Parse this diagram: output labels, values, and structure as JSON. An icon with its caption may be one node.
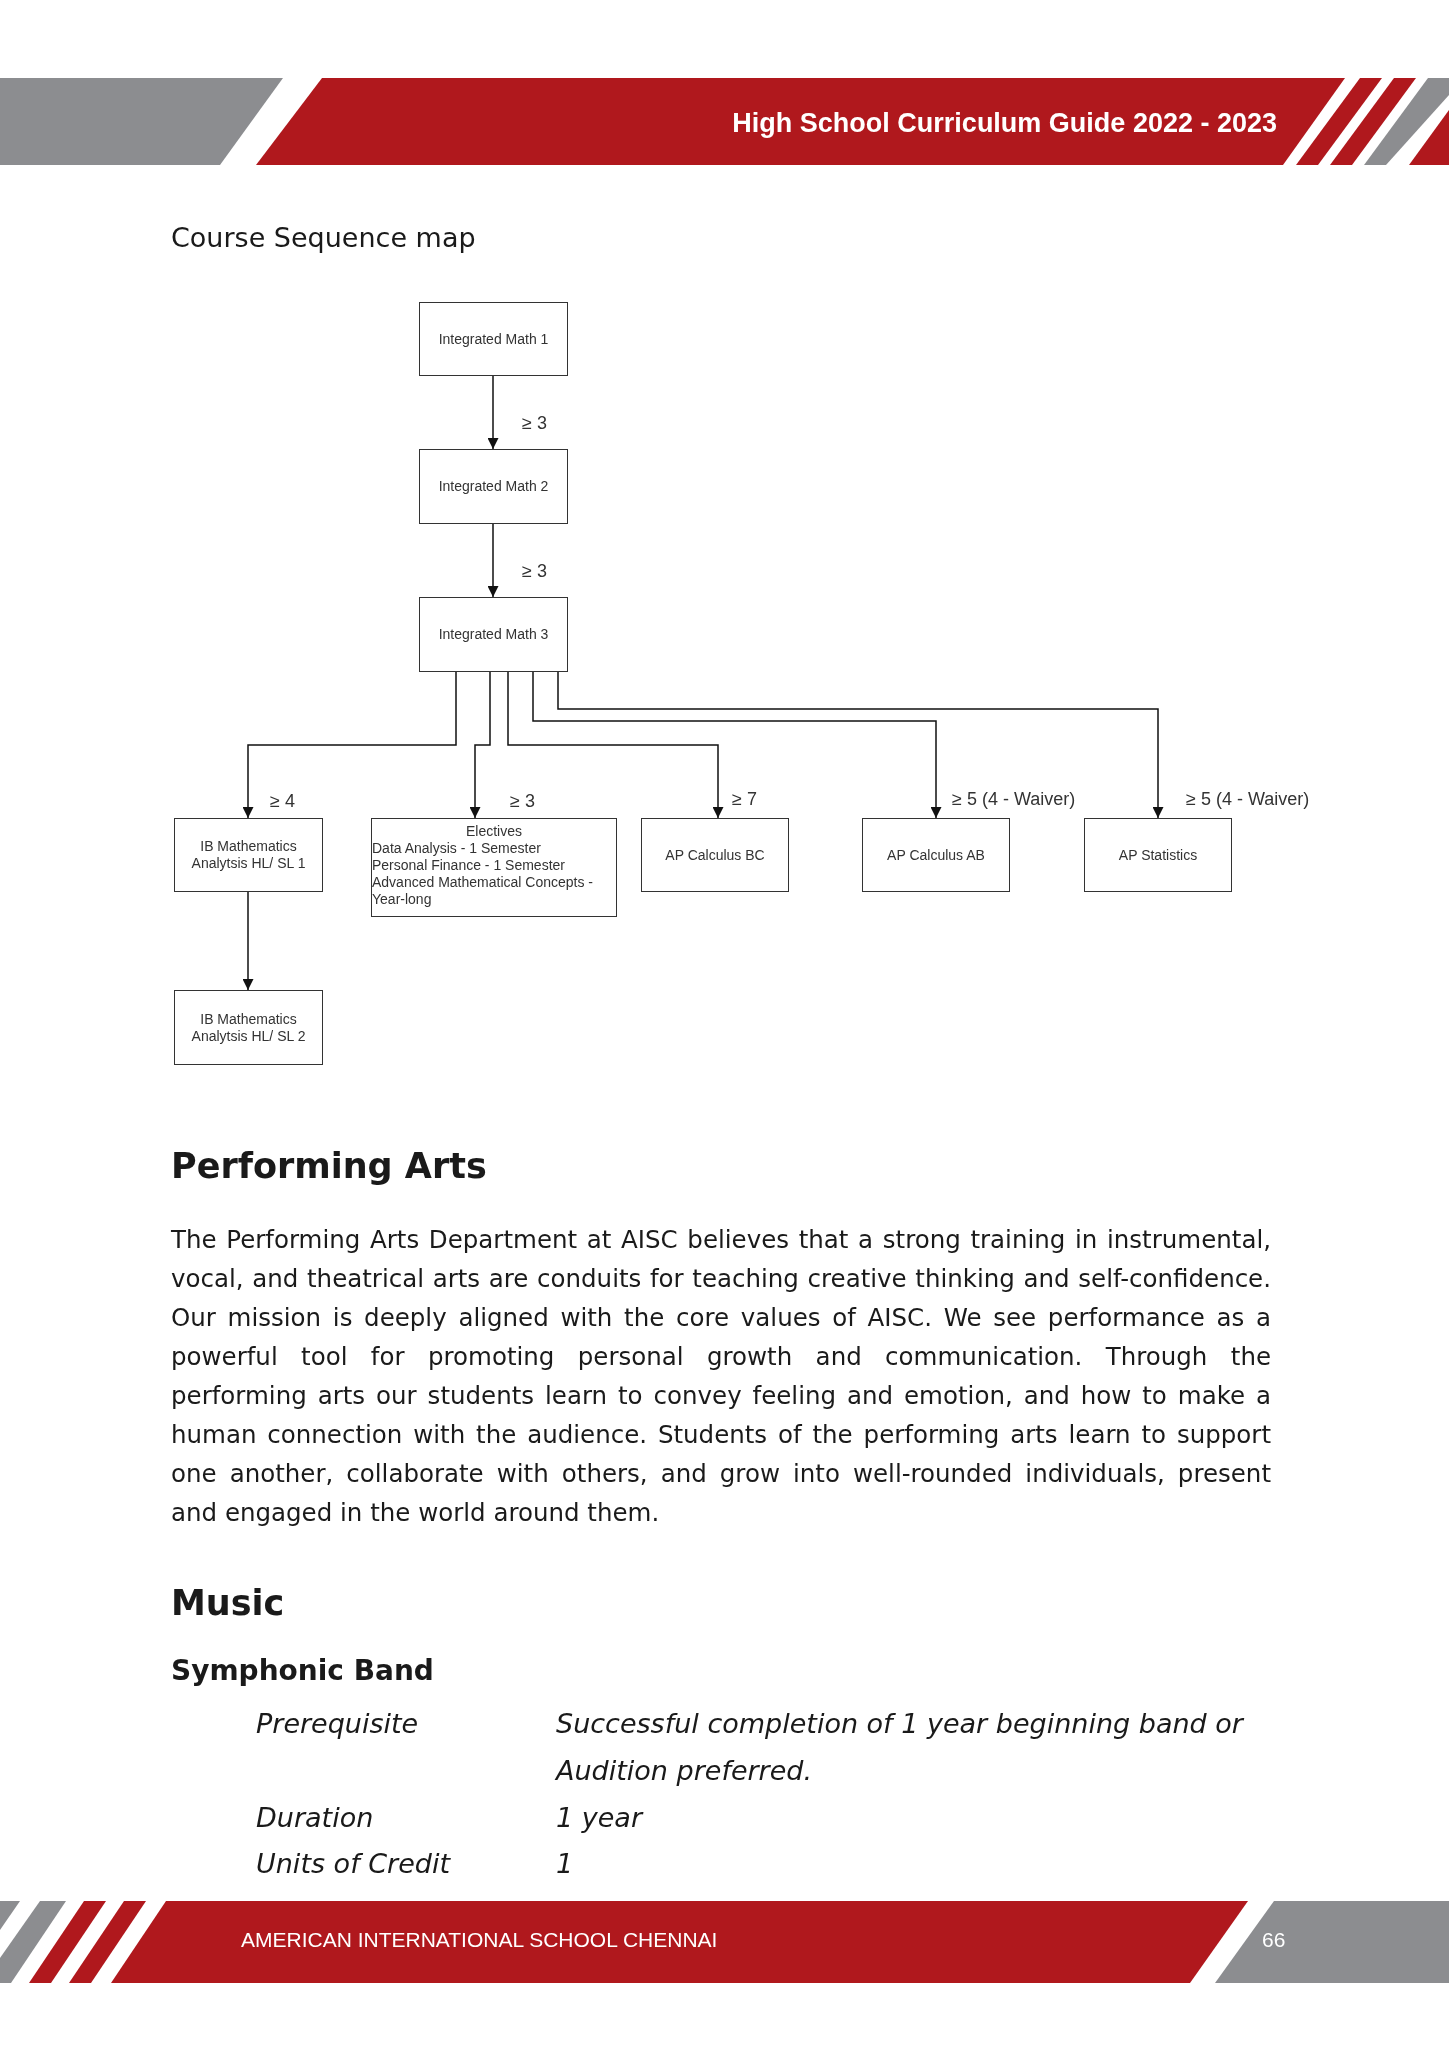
{
  "diagram": {
    "title": "Course Sequence map",
    "nodes": [
      {
        "text": [
          "Integrated Math 1"
        ]
      },
      {
        "text": [
          "Integrated Math 2"
        ]
      },
      {
        "text": [
          "Integrated Math 3"
        ]
      },
      {
        "text": [
          "IB Mathematics Analytsis HL/ SL 1"
        ]
      },
      {
        "text": [
          "Electives",
          "Data Analysis - 1 Semester",
          "Personal Finance - 1 Semester",
          "Advanced Mathematical Concepts - Year-long"
        ]
      },
      {
        "text": [
          "AP Calculus BC"
        ]
      },
      {
        "text": [
          "AP Calculus AB"
        ]
      },
      {
        "text": [
          "AP Statistics"
        ]
      },
      {
        "text": [
          "IB Mathematics Analytsis HL/ SL 2"
        ]
      }
    ],
    "edges": [
      {
        "from": 0,
        "to": 1,
        "arrow": "to",
        "label": "≥ 3"
      },
      {
        "from": 1,
        "to": 2,
        "arrow": "to",
        "label": "≥ 3"
      },
      {
        "from": 2,
        "to": 3,
        "arrow": "to",
        "label": "≥ 4"
      },
      {
        "from": 2,
        "to": 4,
        "arrow": "to",
        "label": "≥ 3"
      },
      {
        "from": 2,
        "to": 5,
        "arrow": "to",
        "label": "≥ 7"
      },
      {
        "from": 2,
        "to": 6,
        "arrow": "to",
        "label": "≥ 5 (4 - Waiver)"
      },
      {
        "from": 2,
        "to": 7,
        "arrow": "to",
        "label": "≥ 5 (4 - Waiver)"
      },
      {
        "from": 3,
        "to": 8,
        "arrow": "to"
      }
    ],
    "labels": [
      "High School Curriculum Guide 2022 - 2023",
      "Performing Arts",
      "The Performing Arts Department at AISC believes that a strong training in instrumental, vocal, and theatrical arts are conduits for teaching creative thinking and self-confidence. Our mission is deeply aligned with the core values of AISC. We see performance as a powerful tool for promoting personal growth and communication. Through the performing arts our students learn to convey feeling and emotion, and how to make a human connection with the audience. Students of the performing arts learn to support one another, collaborate with others, and grow into well-rounded individuals, present and engaged in the world around them.",
      "Music",
      "Symphonic Band",
      "Prerequisite",
      "Successful completion of 1 year beginning band or Audition preferred.",
      "Duration",
      "1 year",
      "Units of Credit",
      "1",
      "AMERICAN INTERNATIONAL SCHOOL CHENNAI",
      "66"
    ]
  }
}
